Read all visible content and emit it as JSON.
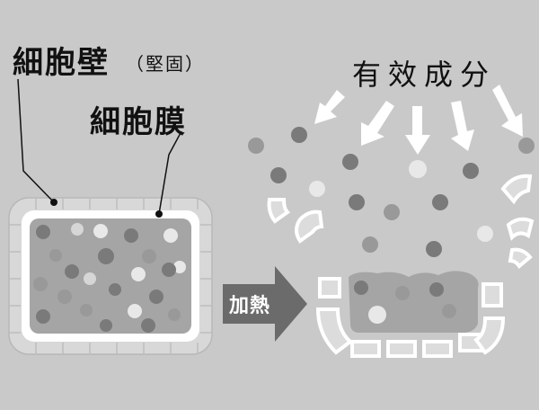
{
  "labels": {
    "cell_wall": "細胞壁",
    "cell_wall_note": "（堅固）",
    "cell_membrane": "細胞膜",
    "nutrients": "有效成分",
    "heat": "加熱"
  },
  "colors": {
    "background": "#c9c9c9",
    "wall_fill": "#d8d8d8",
    "wall_stroke": "#bdbdbd",
    "membrane": "#ffffff",
    "cytoplasm": "#a5a5a5",
    "dot_dark": "#7a7a7a",
    "dot_mid": "#999999",
    "dot_light": "#e8e8e8",
    "arrow_heat": "#6b6b6b",
    "arrow_release": "#ffffff",
    "text": "#111111"
  },
  "icons": {
    "heat_arrow": "arrow-right-icon",
    "release_arrow": "arrow-down-icon"
  }
}
